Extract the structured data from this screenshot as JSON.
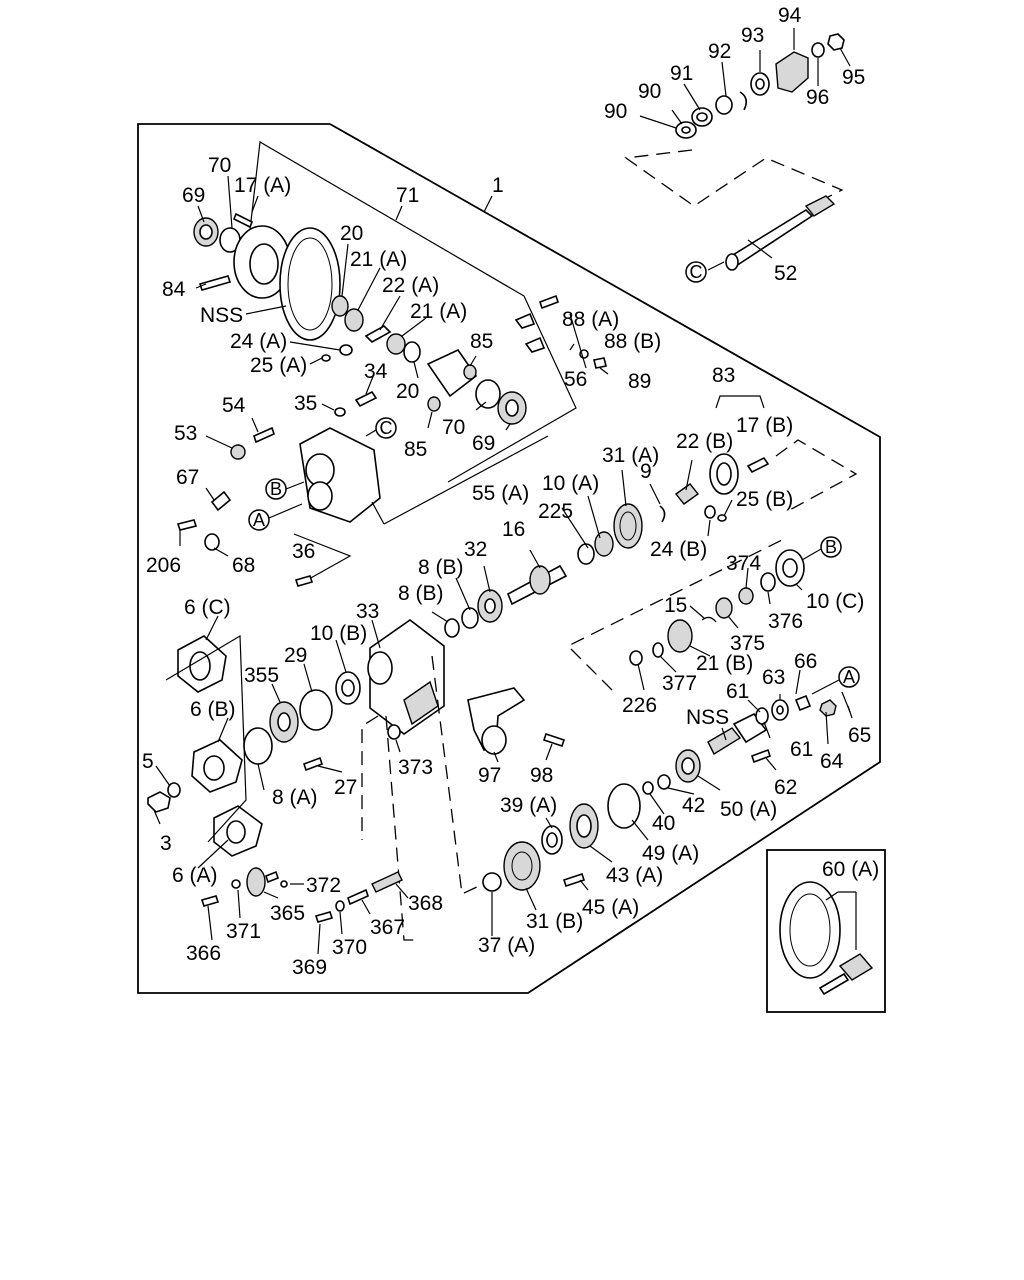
{
  "labels": {
    "p1": "1",
    "p3": "3",
    "p5": "5",
    "p6a": "6 (A)",
    "p6b": "6 (B)",
    "p6c": "6 (C)",
    "p8a": "8 (A)",
    "p8b_1": "8 (B)",
    "p8b_2": "8 (B)",
    "p9": "9",
    "p10a": "10 (A)",
    "p10b": "10 (B)",
    "p10c": "10 (C)",
    "p15": "15",
    "p16": "16",
    "p17a": "17 (A)",
    "p17b": "17 (B)",
    "p20_1": "20",
    "p20_2": "20",
    "p21a_1": "21 (A)",
    "p21a_2": "21 (A)",
    "p21b": "21 (B)",
    "p22a": "22 (A)",
    "p22b": "22 (B)",
    "p24a": "24 (A)",
    "p24b": "24 (B)",
    "p25a": "25 (A)",
    "p25b": "25 (B)",
    "p27": "27",
    "p29": "29",
    "p31a": "31 (A)",
    "p31b": "31 (B)",
    "p32": "32",
    "p33": "33",
    "p34": "34",
    "p35": "35",
    "p36": "36",
    "p37a": "37 (A)",
    "p39a": "39 (A)",
    "p40": "40",
    "p42": "42",
    "p43a": "43 (A)",
    "p45a": "45 (A)",
    "p49a": "49 (A)",
    "p50a": "50 (A)",
    "p52": "52",
    "p53": "53",
    "p54": "54",
    "p55a": "55 (A)",
    "p56": "56",
    "p60a": "60 (A)",
    "p61_1": "61",
    "p61_2": "61",
    "p62": "62",
    "p63": "63",
    "p64": "64",
    "p65": "65",
    "p66": "66",
    "p67": "67",
    "p68": "68",
    "p69_1": "69",
    "p69_2": "69",
    "p70_1": "70",
    "p70_2": "70",
    "p71": "71",
    "p83": "83",
    "p84": "84",
    "p85_1": "85",
    "p85_2": "85",
    "p88a": "88 (A)",
    "p88b": "88 (B)",
    "p89": "89",
    "p90_1": "90",
    "p90_2": "90",
    "p91": "91",
    "p92": "92",
    "p93": "93",
    "p94": "94",
    "p95": "95",
    "p96": "96",
    "p97": "97",
    "p98": "98",
    "p206": "206",
    "p225": "225",
    "p226": "226",
    "p355": "355",
    "p365": "365",
    "p366": "366",
    "p367": "367",
    "p368": "368",
    "p369": "369",
    "p370": "370",
    "p371": "371",
    "p372": "372",
    "p373": "373",
    "p374": "374",
    "p375": "375",
    "p376": "376",
    "p377": "377",
    "nss_1": "NSS",
    "nss_2": "NSS"
  },
  "refs": {
    "a1": "A",
    "a2": "A",
    "b1": "B",
    "b2": "B",
    "c1": "C",
    "c2": "C"
  }
}
